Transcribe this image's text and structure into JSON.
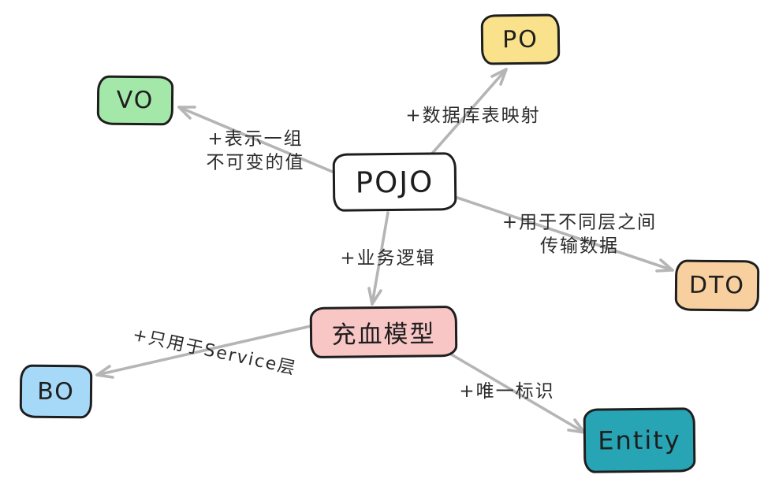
{
  "diagram": {
    "title": "POJO concept map",
    "background_color": "#ffffff",
    "edge_color": "#b5b5b5",
    "node_border_color": "#1e1e1e",
    "label_text_color": "#2b2b2b",
    "nodes": [
      {
        "id": "po",
        "label": "PO",
        "fill": "#f9e28b",
        "text_color": "#1e1e1e"
      },
      {
        "id": "vo",
        "label": "VO",
        "fill": "#a4e8a9",
        "text_color": "#1e1e1e"
      },
      {
        "id": "pojo",
        "label": "POJO",
        "fill": "#ffffff",
        "text_color": "#1e1e1e"
      },
      {
        "id": "dto",
        "label": "DTO",
        "fill": "#f8cf9e",
        "text_color": "#1e1e1e"
      },
      {
        "id": "rich-model",
        "label": "充血模型",
        "fill": "#f9c6c6",
        "text_color": "#1e1e1e"
      },
      {
        "id": "bo",
        "label": "BO",
        "fill": "#a6d8f8",
        "text_color": "#1e1e1e"
      },
      {
        "id": "entity",
        "label": "Entity",
        "fill": "#28a5b5",
        "text_color": "#1e1e1e"
      }
    ],
    "edges": [
      {
        "from": "POJO",
        "to": "PO",
        "label_lines": [
          "+数据库表映射"
        ]
      },
      {
        "from": "POJO",
        "to": "VO",
        "label_lines": [
          "+表示一组",
          "不可变的值"
        ]
      },
      {
        "from": "POJO",
        "to": "DTO",
        "label_lines": [
          "+用于不同层之间",
          "传输数据"
        ]
      },
      {
        "from": "POJO",
        "to": "充血模型",
        "label_lines": [
          "+业务逻辑"
        ]
      },
      {
        "from": "充血模型",
        "to": "BO",
        "label_lines": [
          "+只用于Service层"
        ]
      },
      {
        "from": "充血模型",
        "to": "Entity",
        "label_lines": [
          "+唯一标识"
        ]
      }
    ]
  }
}
